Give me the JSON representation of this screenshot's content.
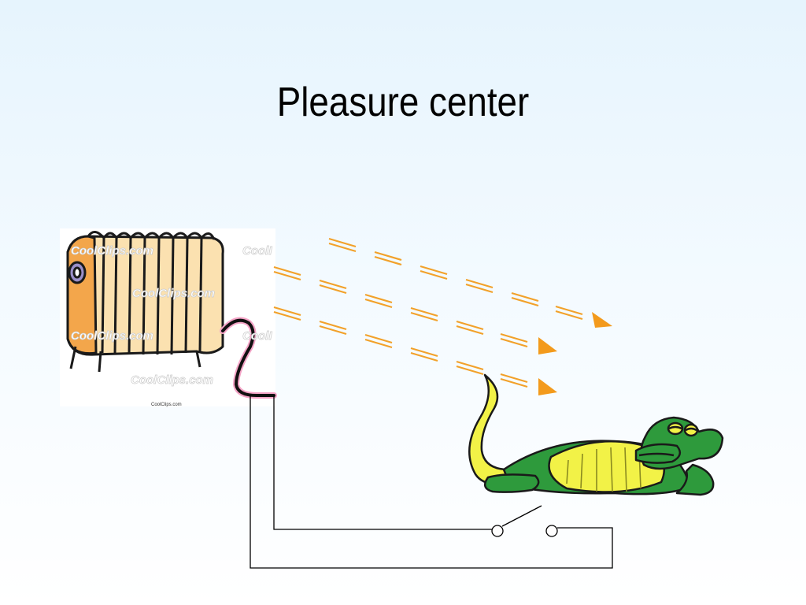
{
  "slide": {
    "title": "Pleasure center"
  },
  "heater_image": {
    "watermark": "CoolClips.com",
    "watermark_partial": "CoolI",
    "credit": "CoolClips.com"
  },
  "colors": {
    "heat_arrow": "#f39a1c",
    "heat_dash": "#f2a12a",
    "wire": "#000000",
    "heater_body": "#fbe1b0",
    "heater_shade": "#f3a64b",
    "croc_green": "#2e9a3c",
    "croc_belly": "#f2f247"
  },
  "icons": {
    "heater": "oil-radiator-heater",
    "creature": "lounging-crocodile",
    "switch": "open-circuit-switch"
  }
}
